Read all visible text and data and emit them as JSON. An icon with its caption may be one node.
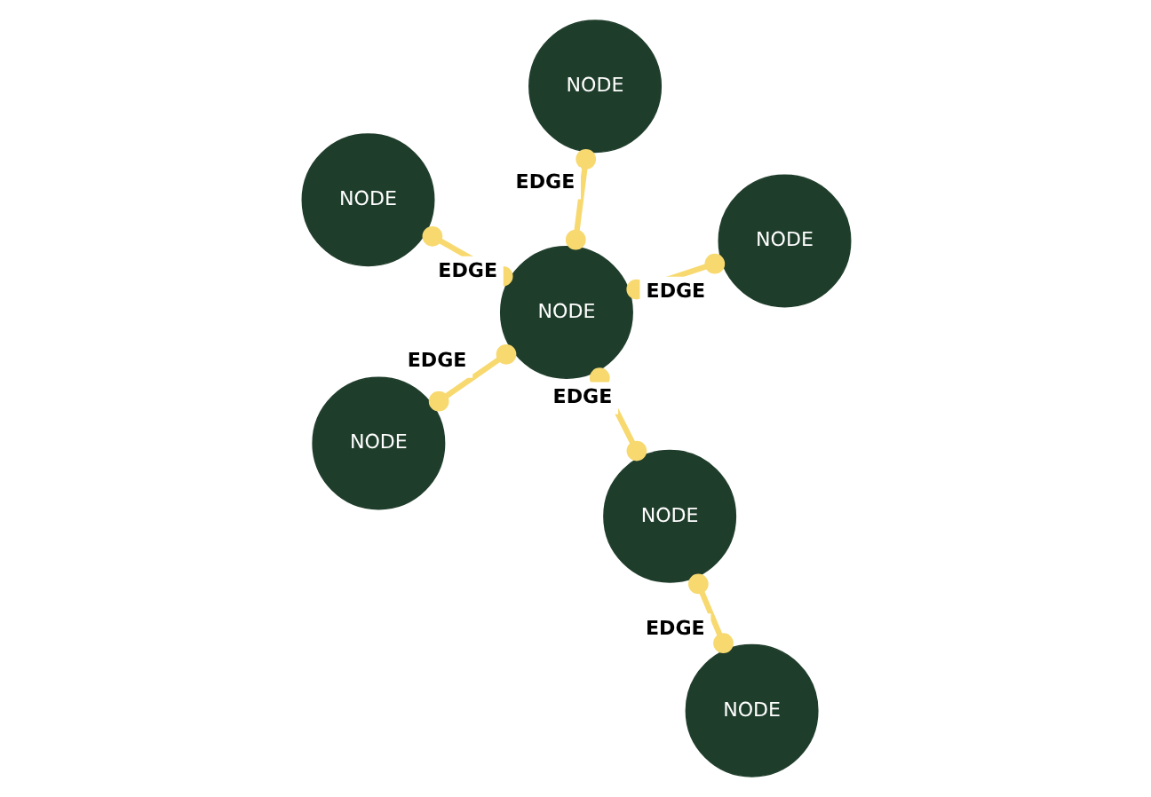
{
  "diagram": {
    "nodes": [
      {
        "text": [
          "NODE"
        ]
      },
      {
        "text": [
          "NODE"
        ]
      },
      {
        "text": [
          "NODE"
        ]
      },
      {
        "text": [
          "NODE"
        ]
      },
      {
        "text": [
          "NODE"
        ]
      },
      {
        "text": [
          "NODE"
        ]
      },
      {
        "text": [
          "NODE"
        ]
      }
    ],
    "edges": [
      {
        "from": 3,
        "to": 0,
        "arrow": "other",
        "label": "EDGE"
      },
      {
        "from": 3,
        "to": 1,
        "arrow": "other",
        "label": "EDGE"
      },
      {
        "from": 3,
        "to": 4,
        "arrow": "other",
        "label": "EDGE"
      },
      {
        "from": 4,
        "to": 2,
        "arrow": "other",
        "label": "EDGE"
      },
      {
        "from": 3,
        "to": 5,
        "arrow": "other",
        "label": "EDGE"
      },
      {
        "from": 3,
        "to": 6,
        "arrow": "other",
        "label": "EDGE"
      }
    ]
  }
}
